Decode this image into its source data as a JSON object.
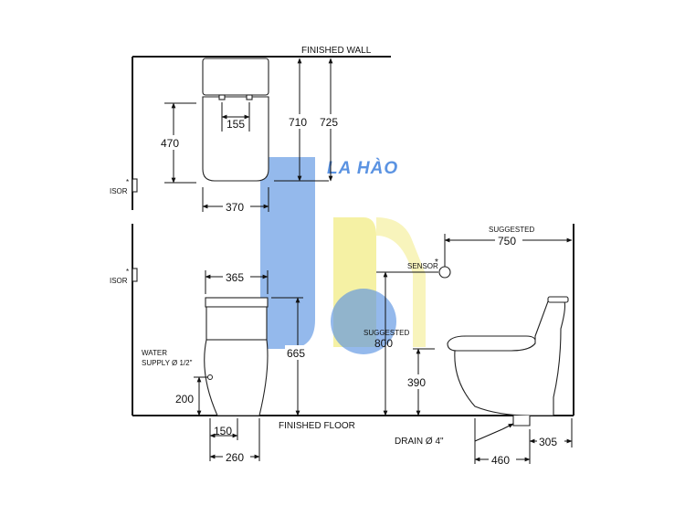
{
  "labels": {
    "finished_wall": "FINISHED WALL",
    "finished_floor": "FINISHED FLOOR",
    "sensor_top": "ISOR",
    "sensor_mid": "ISOR",
    "sensor_right": "SENSOR",
    "asterisk": "*",
    "suggested_top": "SUGGESTED",
    "suggested_mid": "SUGGESTED",
    "water_supply_line1": "WATER",
    "water_supply_line2": "SUPPLY Ø 1/2\"",
    "drain": "DRAIN Ø 4\""
  },
  "dimensions": {
    "d155": "155",
    "d470": "470",
    "d710": "710",
    "d725": "725",
    "d370": "370",
    "d365": "365",
    "d665": "665",
    "d200": "200",
    "d150": "150",
    "d260": "260",
    "d750": "750",
    "d800": "800",
    "d390": "390",
    "d460": "460",
    "d305": "305"
  },
  "watermark": {
    "text": "LA HÀO",
    "blue": "#5b93e2",
    "yellow": "#f4ef9a"
  }
}
